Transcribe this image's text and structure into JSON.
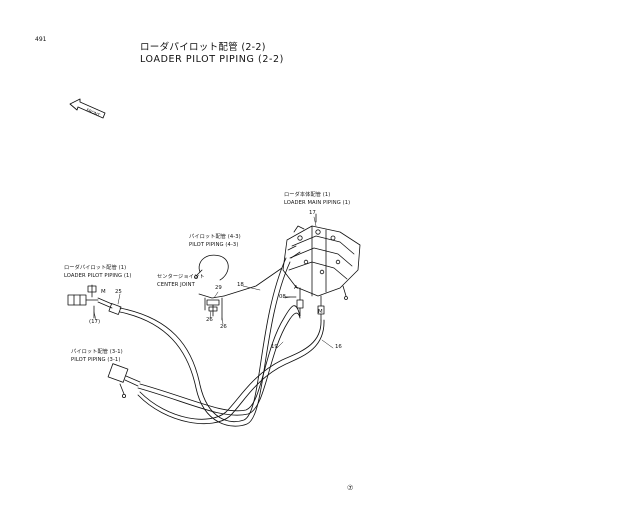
{
  "page_number": "491",
  "title": {
    "japanese": "ローダパイロット配管 (2-2)",
    "english": "LOADER PILOT PIPING (2-2)"
  },
  "front_arrow": {
    "label": "FRONT"
  },
  "callouts": {
    "loader_main_piping": {
      "jp": "ローダ本体配管 (1)",
      "en": "LOADER MAIN PIPING (1)"
    },
    "pilot_piping_4_3": {
      "jp": "パイロット配管 (4-3)",
      "en": "PILOT PIPING (4-3)"
    },
    "center_joint": {
      "jp": "センタージョイント",
      "en": "CENTER JOINT"
    },
    "loader_pilot_piping_1": {
      "jp": "ローダパイロット配管 (1)",
      "en": "LOADER PILOT PIPING (1)"
    },
    "pilot_piping_3_1": {
      "jp": "パイロット配管 (3-1)",
      "en": "PILOT PIPING (3-1)"
    }
  },
  "part_numbers": {
    "n17": "17",
    "n18": "18",
    "n19": "19",
    "n16": "16",
    "n25": "25",
    "n29": "29",
    "n26a": "26",
    "n26b": "26",
    "n17_paren": "(17)",
    "n08": "08",
    "letter_a": "A",
    "letter_m": "M",
    "letter_m2": "M"
  },
  "footer_mark": "⑦"
}
